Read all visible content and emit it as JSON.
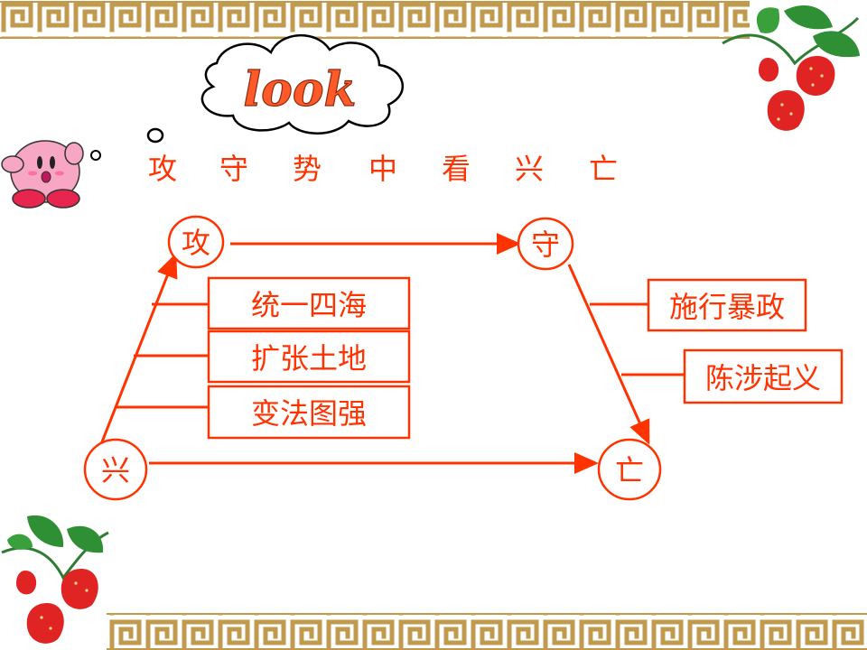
{
  "look_label": "look",
  "subtitle": [
    "攻",
    "守",
    "势",
    "中",
    "看",
    "兴",
    "亡"
  ],
  "nodes": {
    "gong": "攻",
    "shou": "守",
    "xing": "兴",
    "wang": "亡"
  },
  "left_boxes": [
    "统一四海",
    "扩张土地",
    "变法图强"
  ],
  "right_boxes": [
    "施行暴政",
    "陈涉起义"
  ],
  "colors": {
    "accent": "#ff3300",
    "frame": "#c8a05a",
    "border_tan": "#b59a55",
    "kirby_pink": "#f7a6c4"
  }
}
